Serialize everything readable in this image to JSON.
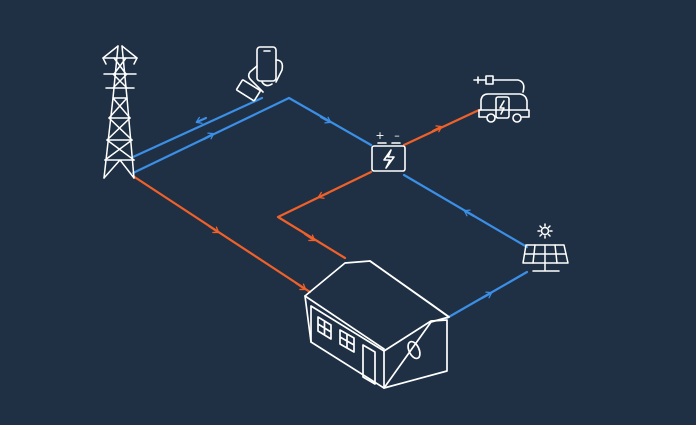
{
  "background": "#1f3044",
  "colors": {
    "icon": "#ffffff",
    "blue_flow": "#3c8fe6",
    "orange_flow": "#f0612a"
  },
  "battery_terminals": {
    "positive": "+",
    "negative": "–"
  },
  "nodes": [
    {
      "id": "grid",
      "icon": "transmission-tower-icon"
    },
    {
      "id": "phone",
      "icon": "hand-holding-phone-icon"
    },
    {
      "id": "battery",
      "icon": "battery-bolt-icon"
    },
    {
      "id": "ev",
      "icon": "electric-car-plug-icon"
    },
    {
      "id": "solar",
      "icon": "solar-panel-sun-icon"
    },
    {
      "id": "home",
      "icon": "house-icon"
    }
  ],
  "flows": [
    {
      "from": "phone",
      "to": "grid",
      "color": "blue"
    },
    {
      "from": "grid",
      "to": "phone",
      "color": "blue"
    },
    {
      "from": "phone",
      "to": "battery",
      "color": "blue"
    },
    {
      "from": "solar",
      "to": "battery",
      "color": "blue"
    },
    {
      "from": "home",
      "to": "solar",
      "color": "blue"
    },
    {
      "from": "battery",
      "to": "ev",
      "color": "orange"
    },
    {
      "from": "battery",
      "to": "home",
      "color": "orange"
    },
    {
      "from": "grid",
      "to": "home",
      "color": "orange"
    }
  ]
}
